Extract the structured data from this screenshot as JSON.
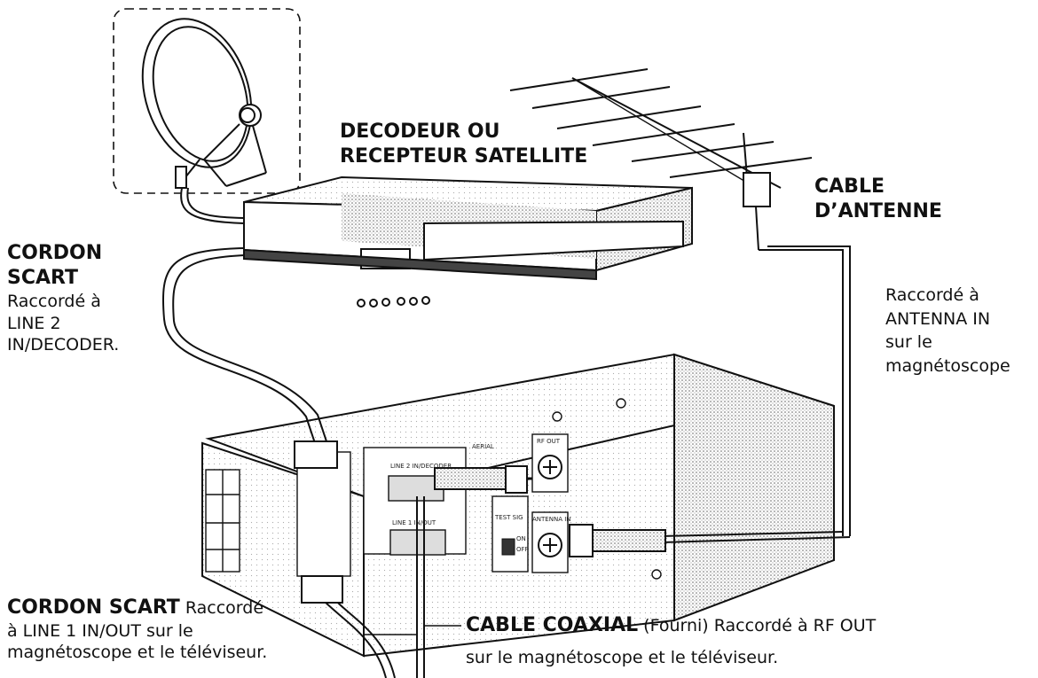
{
  "labels": {
    "decoder_line1": "DECODEUR OU",
    "decoder_line2": "RECEPTEUR SATELLITE",
    "antenna_cable_line1": "CABLE",
    "antenna_cable_line2": "D’ANTENNE",
    "cordon_scart_top_line1": "CORDON",
    "cordon_scart_top_line2": "SCART",
    "cordon_scart_top_desc1": "Raccordé à",
    "cordon_scart_top_desc2": "LINE 2",
    "cordon_scart_top_desc3": "IN/DECODER.",
    "antenna_desc1": "Raccordé à",
    "antenna_desc2": "ANTENNA IN",
    "antenna_desc3": "sur le",
    "antenna_desc4": "magnétoscope",
    "cordon_scart_bottom_bold": "CORDON SCART",
    "cordon_scart_bottom_rest": " Raccordé",
    "cordon_scart_bottom_line2": "à LINE 1 IN/OUT sur le",
    "cordon_scart_bottom_line3": "magnétoscope et le téléviseur.",
    "coax_bold": "CABLE COAXIAL",
    "coax_rest": " (Fourni) Raccordé à RF OUT",
    "coax_line2": "sur le magnétoscope et le téléviseur."
  },
  "panel": {
    "line2_port": "LINE 2 IN/DECODER",
    "line1_port": "LINE 1 IN/OUT",
    "rf_out": "RF OUT",
    "antenna_in": "ANTENNA IN",
    "test_sig": "TEST SIG",
    "on": "ON",
    "off": "OFF",
    "aerial": "AERIAL"
  }
}
